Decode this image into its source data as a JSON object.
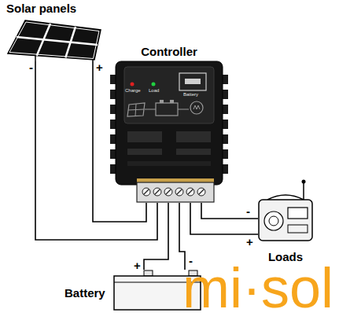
{
  "diagram": {
    "nodes": [
      {
        "text": [
          "Solar panels"
        ]
      },
      {
        "text": [
          "Controller"
        ]
      },
      {
        "text": [
          "Loads"
        ]
      },
      {
        "text": [
          "Battery"
        ]
      }
    ],
    "edges": [
      {
        "from": 0,
        "to": 1,
        "arrow": "none"
      },
      {
        "from": 0,
        "to": 1,
        "arrow": "none"
      },
      {
        "from": 1,
        "to": 2,
        "arrow": "none"
      },
      {
        "from": 1,
        "to": 2,
        "arrow": "none"
      },
      {
        "from": 1,
        "to": 3,
        "arrow": "none"
      },
      {
        "from": 1,
        "to": 3,
        "arrow": "none"
      }
    ],
    "labels": [
      "-",
      "+",
      "Charge",
      "Load",
      "Battery",
      "-",
      "+",
      "+",
      "-",
      "mi·sol"
    ]
  }
}
